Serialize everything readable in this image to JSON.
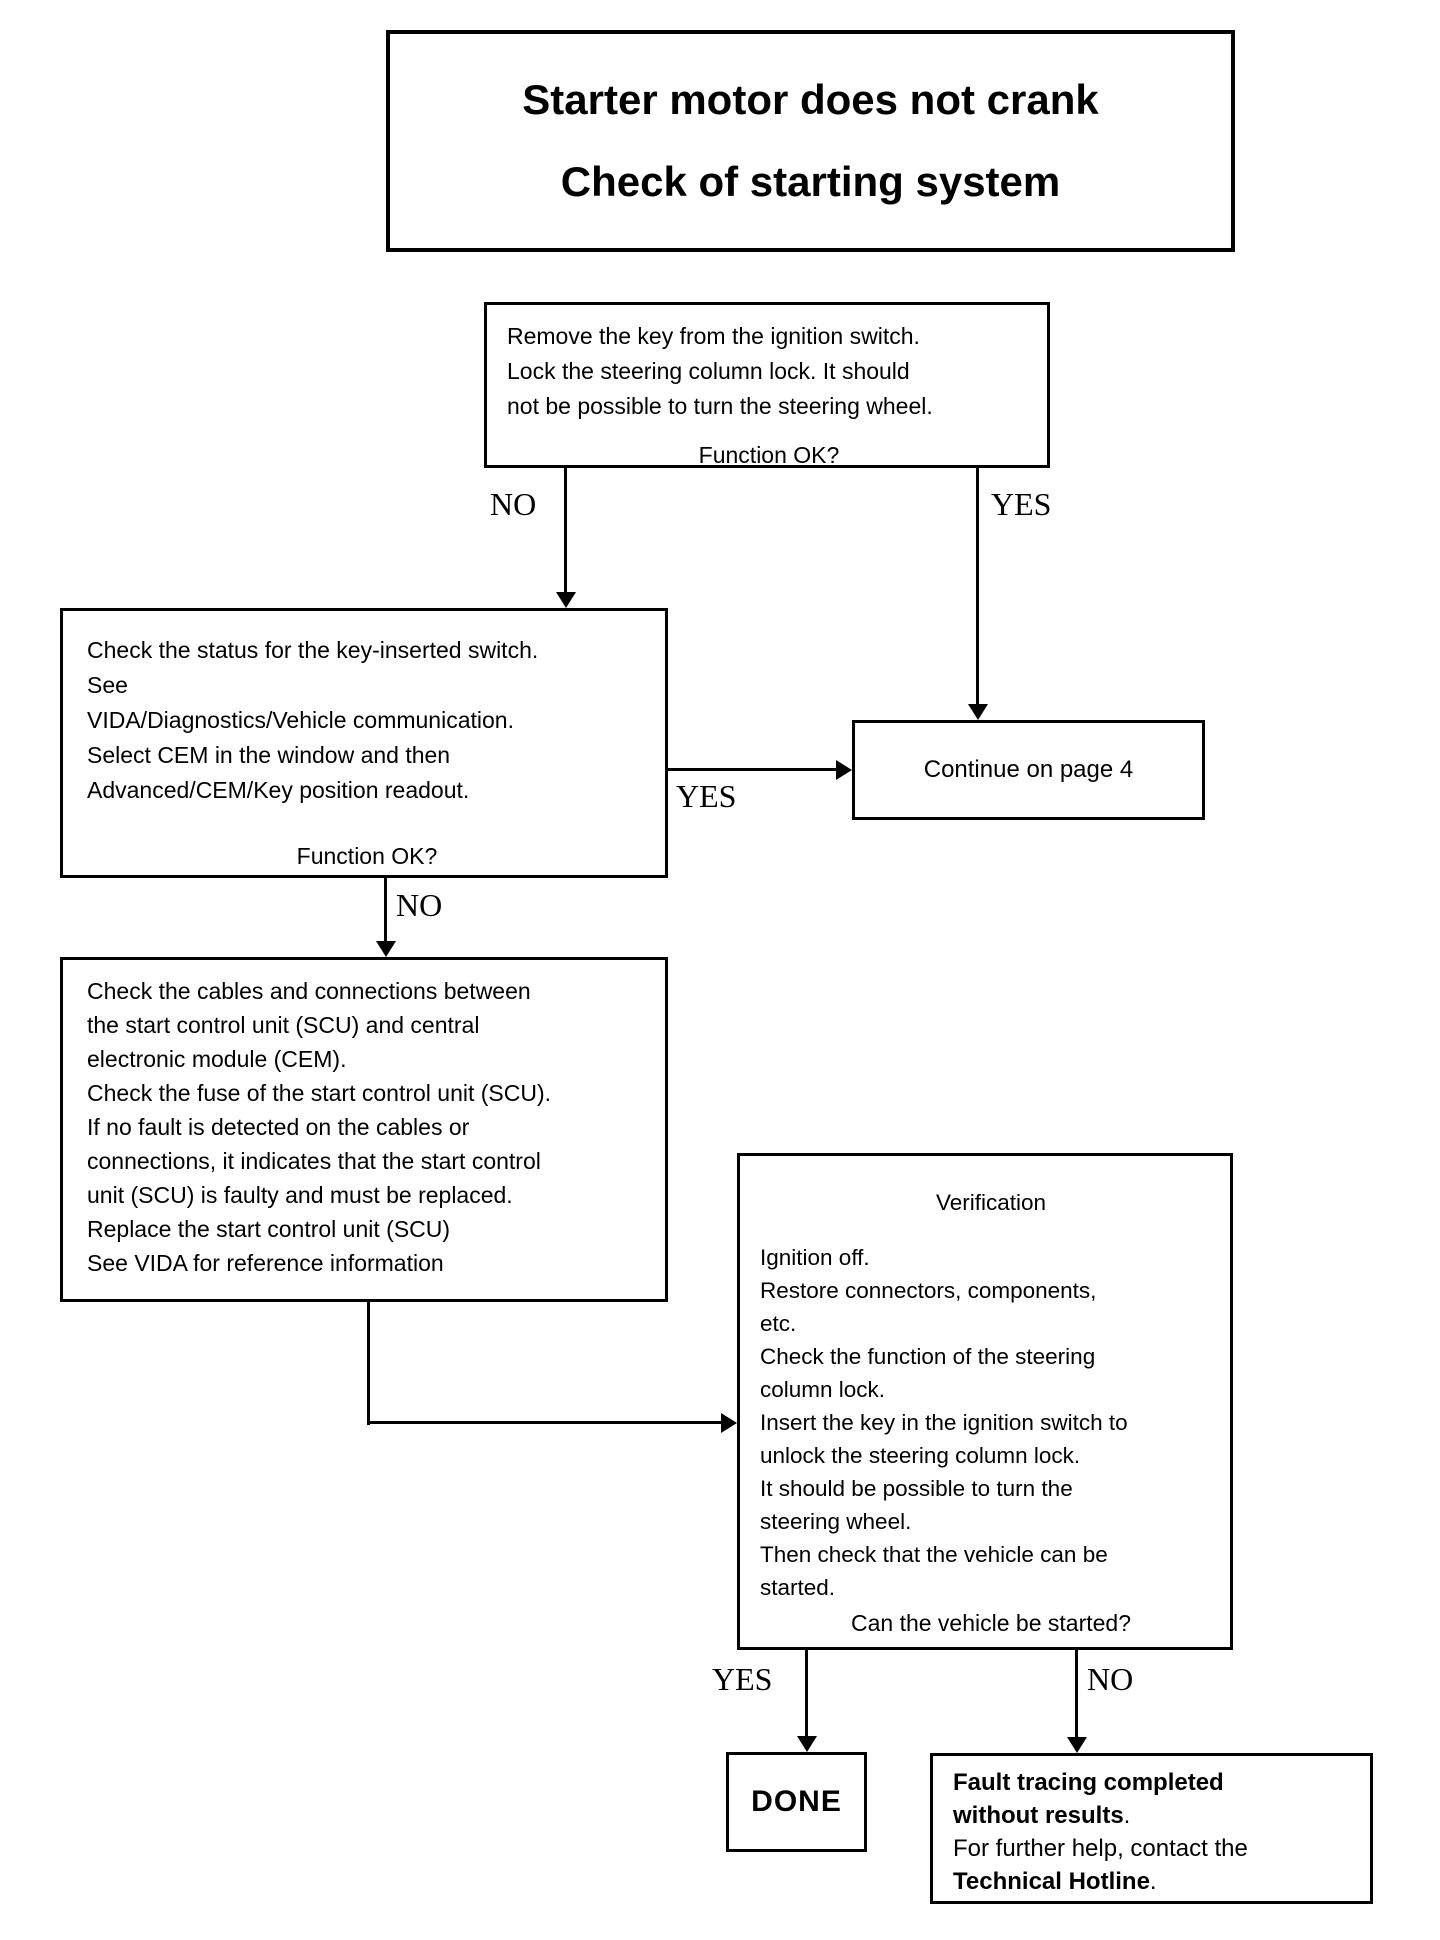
{
  "title": {
    "line1": "Starter motor does not crank",
    "line2": "Check of starting system"
  },
  "edge_labels": {
    "no": "NO",
    "yes": "YES"
  },
  "nodes": {
    "remove_key": {
      "lines": [
        "Remove the key from the ignition switch.",
        "Lock the steering column lock. It should",
        "not be possible to turn the steering wheel."
      ],
      "question": "Function OK?"
    },
    "key_inserted": {
      "lines": [
        "Check the status for the key-inserted switch.",
        "See",
        "VIDA/Diagnostics/Vehicle communication.",
        "Select CEM in the window and then",
        "Advanced/CEM/Key position readout."
      ],
      "question": "Function OK?"
    },
    "continue_page4": {
      "label": "Continue on page 4"
    },
    "check_cables": {
      "lines": [
        "Check the cables and connections between",
        "the start control unit (SCU) and central",
        "electronic module (CEM).",
        "Check the fuse of the start control unit (SCU).",
        "If no fault is detected on the cables or",
        "connections, it indicates that the start control",
        "unit (SCU) is faulty and must be replaced.",
        "Replace the start control unit (SCU)",
        "See VIDA for reference information"
      ]
    },
    "verification": {
      "heading": "Verification",
      "lines": [
        "Ignition off.",
        "Restore connectors, components,",
        "etc.",
        "Check the function of the steering",
        "column lock.",
        "Insert the key in the ignition switch to",
        "unlock the steering column lock.",
        "It should be possible to turn the",
        "steering wheel.",
        "Then check that the vehicle can be",
        "started."
      ],
      "question": "Can the vehicle be started?"
    },
    "done": {
      "label": "DONE"
    },
    "fault": {
      "line1_bold": "Fault tracing completed",
      "line2_bold": "without results",
      "line2_tail": ".",
      "line3": "For further help, contact the",
      "line4_bold": "Technical Hotline",
      "line4_tail": "."
    }
  }
}
